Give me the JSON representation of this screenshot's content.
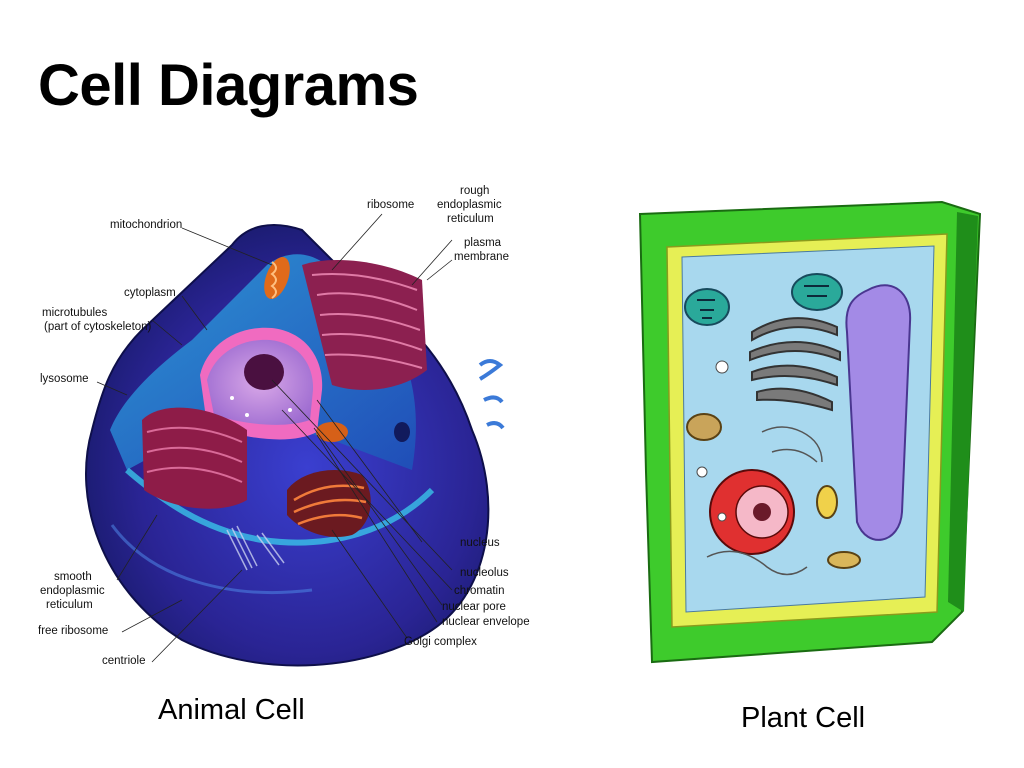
{
  "slide": {
    "title": "Cell Diagrams"
  },
  "animal_cell": {
    "caption": "Animal Cell",
    "labels": {
      "ribosome": "ribosome",
      "rough_er": [
        "rough",
        "endoplasmic",
        "reticulum"
      ],
      "mitochondrion": "mitochondrion",
      "plasma_membrane": [
        "plasma",
        "membrane"
      ],
      "cytoplasm": "cytoplasm",
      "microtubules": [
        "microtubules",
        "(part of cytoskeleton)"
      ],
      "lysosome": "lysosome",
      "nucleus": "nucleus",
      "nucleolus": "nucleolus",
      "chromatin": "chromatin",
      "nuclear_pore": "nuclear pore",
      "nuclear_envelope": "nuclear envelope",
      "smooth_er": [
        "smooth",
        "endoplasmic",
        "reticulum"
      ],
      "golgi": "Golgi complex",
      "free_ribosome": "free ribosome",
      "centriole": "centriole"
    }
  },
  "plant_cell": {
    "caption": "Plant Cell"
  }
}
